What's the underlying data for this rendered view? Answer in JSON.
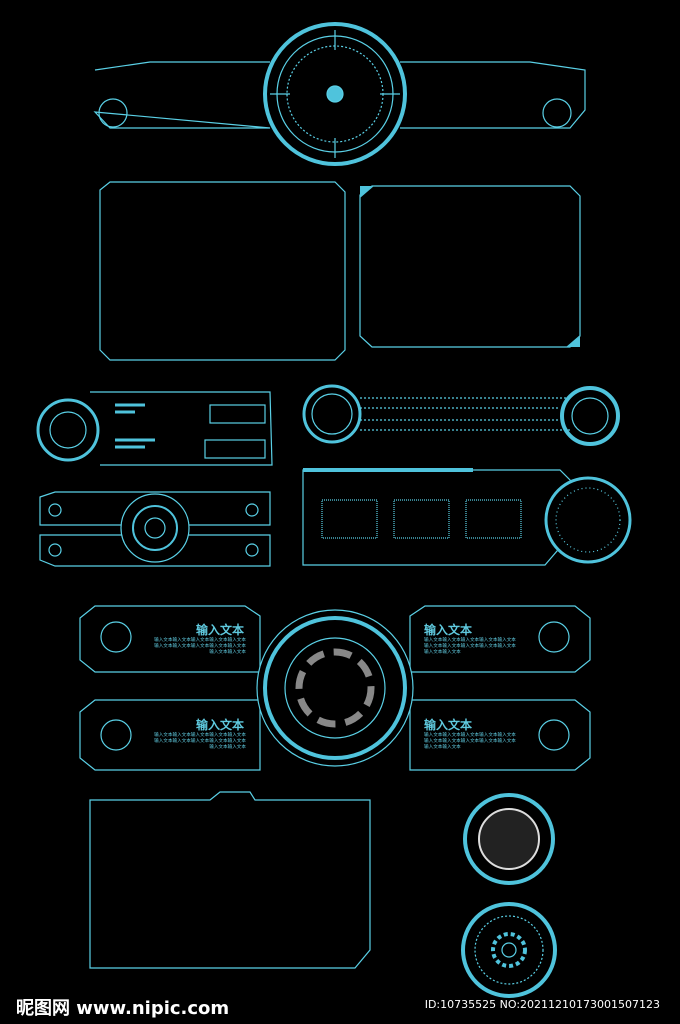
{
  "colors": {
    "accent": "#4fc3dc",
    "line": "#5ad0e6",
    "background": "#000000"
  },
  "panels": [
    {
      "title": "输入文本",
      "body": "输入文本输入文本输入文本输入文本输入文本输入文本输入文本输入文本输入文本输入文本输入文本输入文本"
    },
    {
      "title": "输入文本",
      "body": "输入文本输入文本输入文本输入文本输入文本输入文本输入文本输入文本输入文本输入文本输入文本输入文本"
    },
    {
      "title": "输入文本",
      "body": "输入文本输入文本输入文本输入文本输入文本输入文本输入文本输入文本输入文本输入文本输入文本输入文本"
    },
    {
      "title": "输入文本",
      "body": "输入文本输入文本输入文本输入文本输入文本输入文本输入文本输入文本输入文本输入文本输入文本输入文本"
    }
  ],
  "watermark": {
    "site": "昵图网 www.nipic.com",
    "id": "ID:10735525 NO:20211210173001507123"
  }
}
